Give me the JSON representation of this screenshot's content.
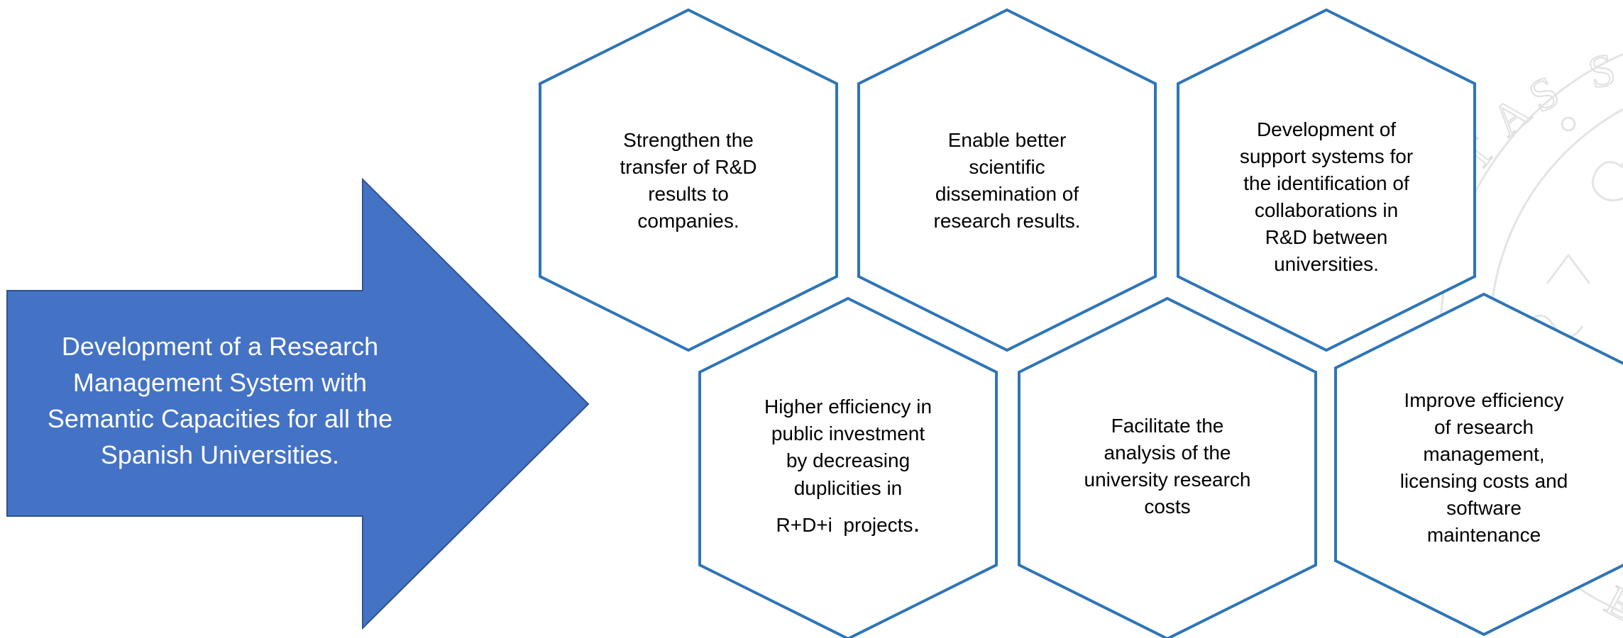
{
  "colors": {
    "arrow_fill": "#4472C4",
    "arrow_stroke": "#2F528F",
    "hex_stroke": "#2E75B6",
    "watermark": "#E4E4E4"
  },
  "arrow": {
    "lines": [
      "Development of a Research",
      "Management System with",
      "Semantic Capacities for all the",
      "Spanish Universities."
    ]
  },
  "hexagons": [
    {
      "lines": [
        "Strengthen the",
        "transfer of R&D",
        "results to",
        "companies."
      ]
    },
    {
      "lines": [
        "Enable better",
        "scientific",
        "dissemination of",
        "research results."
      ]
    },
    {
      "lines": [
        "Development of",
        "support systems for",
        "the identification of",
        "collaborations in",
        "R&D between",
        "universities."
      ]
    },
    {
      "lines": [
        "Higher efficiency in",
        "public investment",
        "by decreasing",
        "duplicities in"
      ],
      "last_line": "R+D+i  projects",
      "last_mark": "."
    },
    {
      "lines": [
        "Facilitate the",
        "analysis of the",
        "university research",
        "costs"
      ]
    },
    {
      "lines": [
        "Improve efficiency",
        "of research",
        "management,",
        "licensing costs and",
        "software",
        "maintenance"
      ]
    }
  ],
  "watermark": {
    "seal_letters": [
      "T",
      "A",
      "S",
      "S"
    ],
    "side_letters": [
      "A",
      "E"
    ]
  }
}
